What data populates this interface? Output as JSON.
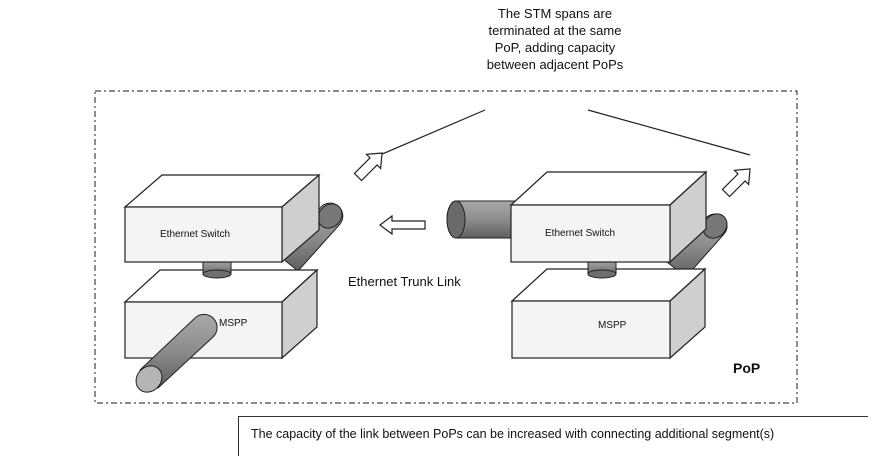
{
  "callout": {
    "lines": [
      "The STM spans are",
      "terminated at the same",
      "PoP, adding capacity",
      "between adjacent PoPs"
    ]
  },
  "left_node": {
    "switch_label": "Ethernet Switch",
    "mspp_label": "MSPP"
  },
  "right_node": {
    "switch_label": "Ethernet Switch",
    "mspp_label": "MSPP"
  },
  "trunk_label": "Ethernet Trunk Link",
  "pop_label": "PoP",
  "caption": "The capacity of the link between PoPs can be increased with connecting additional segment(s)",
  "colors": {
    "box_front": "#f4f4f4",
    "box_top": "#ffffff",
    "box_side": "#cfcfcf",
    "cylinder": "#8a8a8a",
    "outline": "#222222"
  }
}
